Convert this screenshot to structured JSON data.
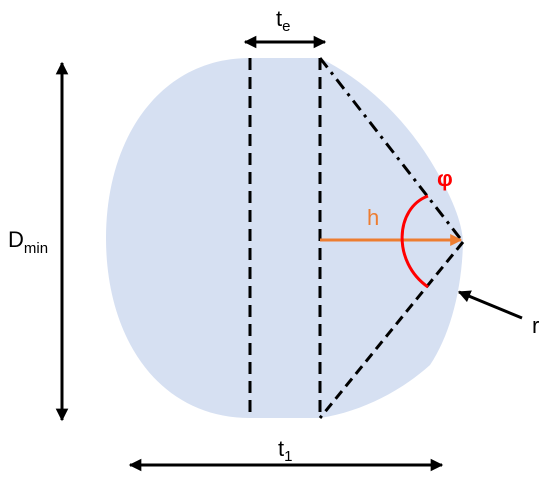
{
  "labels": {
    "te_main": "t",
    "te_sub": "e",
    "dmin_main": "D",
    "dmin_sub": "min",
    "t1_main": "t",
    "t1_sub": "1",
    "h": "h",
    "phi": "φ",
    "r": "r"
  },
  "colors": {
    "body_fill": "#d6e0f2",
    "line": "#000000",
    "h_arrow": "#ed7d31",
    "h_label": "#ed7d31",
    "phi_arc": "#ff0000",
    "phi_label": "#ff0000"
  }
}
